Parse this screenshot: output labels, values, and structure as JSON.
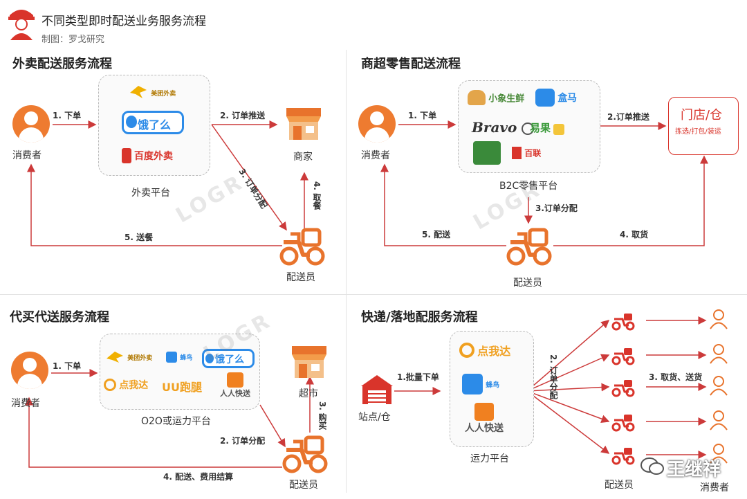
{
  "header": {
    "title": "不同类型即时配送业务服务流程",
    "subtitle": "制图：罗戈研究"
  },
  "watermark": {
    "text": "LOGR",
    "author": "王继祥"
  },
  "panels": {
    "takeout": {
      "title": "外卖配送服务流程",
      "consumer": "消费者",
      "platform": "外卖平台",
      "merchant": "商家",
      "courier": "配送员",
      "steps": [
        "1. 下单",
        "2. 订单推送",
        "3. 订单分配",
        "4. 取餐",
        "5. 送餐"
      ],
      "logos": [
        "美团外卖",
        "饿了么",
        "百度外卖"
      ]
    },
    "retail": {
      "title": "商超零售配送流程",
      "consumer": "消费者",
      "platform": "B2C零售平台",
      "store": "门店/仓",
      "store_sub": "拣选/打包/装运",
      "courier": "配送员",
      "steps": [
        "1. 下单",
        "2.订单推送",
        "3.订单分配",
        "4. 取货",
        "5. 配送"
      ],
      "logos": [
        "小象生鲜",
        "盒马",
        "Bravo",
        "易果",
        "百联",
        "永辉"
      ]
    },
    "errand": {
      "title": "代买代送服务流程",
      "consumer": "消费者",
      "platform": "O2O或运力平台",
      "supermarket": "超市",
      "courier": "配送员",
      "steps": [
        "1. 下单",
        "2. 订单分配",
        "3. 购买",
        "4. 配送、费用结算"
      ],
      "logos": [
        "美团外卖",
        "蜂鸟",
        "饿了么",
        "点我达",
        "UU跑腿",
        "人人快送"
      ]
    },
    "express": {
      "title": "快递/落地配服务流程",
      "station": "站点/仓",
      "platform": "运力平台",
      "courier": "配送员",
      "consumer": "消费者",
      "steps": [
        "1.批量下单",
        "2. 订单分配",
        "3. 取货、送货"
      ],
      "logos": [
        "点我达",
        "蜂鸟",
        "人人快送"
      ]
    }
  },
  "colors": {
    "accent": "#e8732c",
    "red": "#d9342b",
    "line": "#cc3a3a",
    "dashed": "#b9b9b9"
  }
}
